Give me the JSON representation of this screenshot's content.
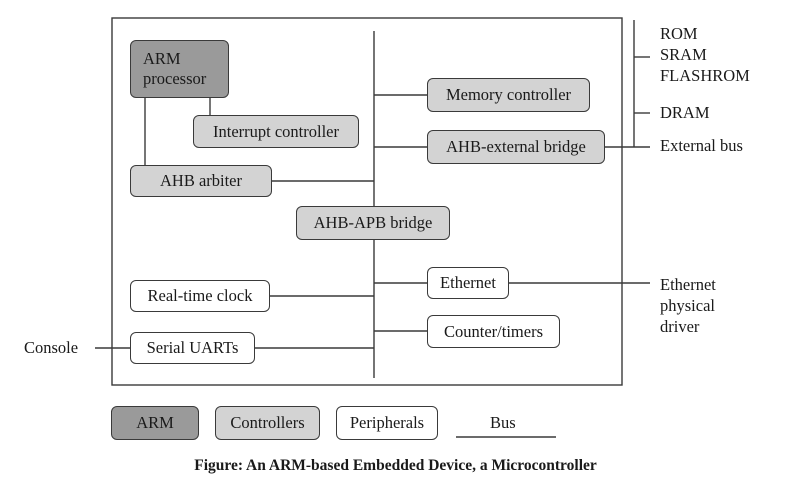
{
  "blocks": {
    "arm_processor": "ARM processor",
    "interrupt_controller": "Interrupt controller",
    "ahb_arbiter": "AHB arbiter",
    "memory_controller": "Memory controller",
    "ahb_external_bridge": "AHB-external bridge",
    "ahb_apb_bridge": "AHB-APB bridge",
    "ethernet": "Ethernet",
    "real_time_clock": "Real-time clock",
    "counter_timers": "Counter/timers",
    "serial_uarts": "Serial UARTs"
  },
  "external": {
    "rom": "ROM",
    "sram": "SRAM",
    "flashrom": "FLASHROM",
    "dram": "DRAM",
    "external_bus": "External bus",
    "ethernet_line1": "Ethernet",
    "ethernet_line2": "physical",
    "ethernet_line3": "driver",
    "console": "Console"
  },
  "legend": {
    "arm": "ARM",
    "controllers": "Controllers",
    "peripherals": "Peripherals",
    "bus": "Bus"
  },
  "caption": "Figure: An ARM-based Embedded Device, a Microcontroller",
  "colors": {
    "arm_fill": "#9a9a9a",
    "controller_fill": "#d3d3d3",
    "peripheral_fill": "#ffffff",
    "line": "#3a3a3a"
  }
}
